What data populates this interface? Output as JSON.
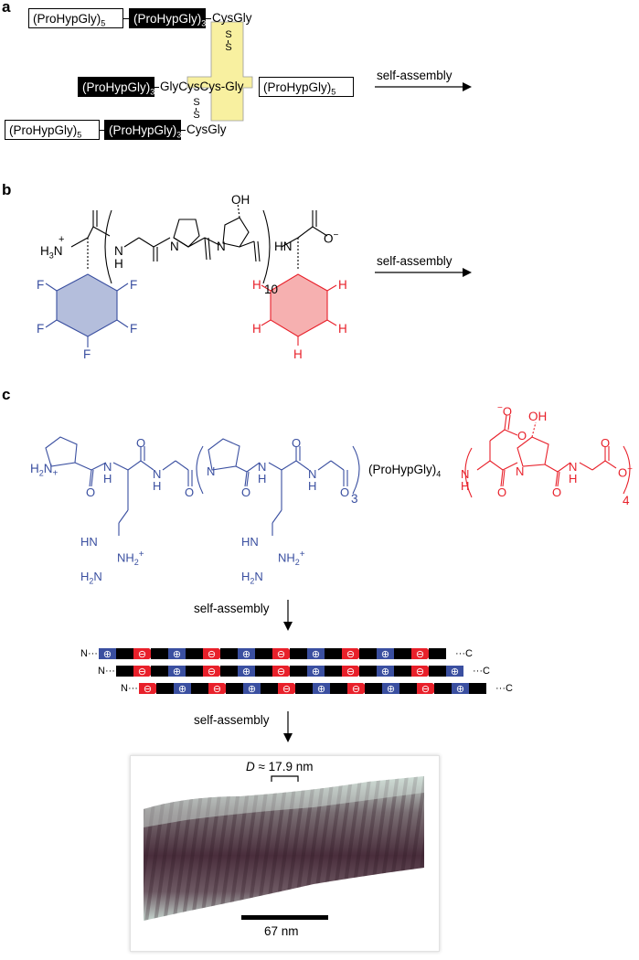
{
  "panels": {
    "a": "a",
    "b": "b",
    "c": "c"
  },
  "panel_a": {
    "row1": {
      "left": "(ProHypGly)",
      "left_sub": "5",
      "black": "(ProHypGly)",
      "black_sub": "3",
      "cys": "Cys",
      "gly": "Gly"
    },
    "row2": {
      "black": "(ProHypGly)",
      "black_sub": "3",
      "gly_left": "Gly",
      "cys1": "Cys",
      "cys2": "Cys",
      "gly_right": "Gly",
      "right": "(ProHypGly)",
      "right_sub": "5"
    },
    "row3": {
      "left": "(ProHypGly)",
      "left_sub": "5",
      "black": "(ProHypGly)",
      "black_sub": "3",
      "cys": "Cys",
      "gly": "Gly"
    },
    "disulfide": "S",
    "arrow_label": "self-assembly"
  },
  "panel_b": {
    "nh3": "H",
    "nh3_sub": "3",
    "nh3_n": "N",
    "plus": "+",
    "oh": "OH",
    "repeat": "10",
    "carboxylate": "O",
    "minus": "−",
    "fluorine": "F",
    "hydrogen": "H",
    "nh": "N",
    "nh_h": "H",
    "arrow_label": "self-assembly"
  },
  "panel_c": {
    "h2n": "H",
    "h2n_sub": "2",
    "h2n_n": "N",
    "plus": "+",
    "nh": "N",
    "h": "H",
    "o": "O",
    "repeat_blue": "3",
    "prohypgly": "(ProHypGly)",
    "prohypgly_sub": "4",
    "repeat_red": "4",
    "oh": "OH",
    "minus": "−",
    "guanidinium_hn": "HN",
    "guanidinium_nh2plus": "NH",
    "guanidinium_nh2plus_sub": "2",
    "guanidinium_h2n": "H",
    "guanidinium_h2n_sub": "2",
    "guanidinium_n": "N",
    "arrow_label_1": "self-assembly",
    "arrow_label_2": "self-assembly",
    "chain_n": "N···",
    "chain_c": "···C",
    "plus_symbol": "⊕",
    "minus_symbol": "⊖",
    "d_spacing_var": "D",
    "d_spacing_value": "≈ 17.9 nm",
    "scale_bar": "67 nm"
  },
  "colors": {
    "blue": "#3a4fa0",
    "red": "#e8202a",
    "yellow": "#f8f0a0",
    "benzene_blue_fill": "#b4bedc",
    "benzene_red_fill": "#f6b0b0"
  }
}
